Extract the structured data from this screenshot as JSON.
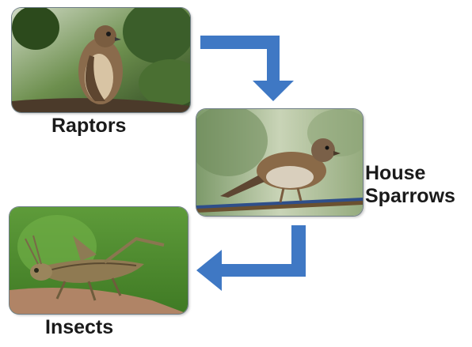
{
  "nodes": [
    {
      "id": "raptors",
      "label": "Raptors",
      "image_subject": "raptor-photo"
    },
    {
      "id": "house-sparrows",
      "label_line1": "House",
      "label_line2": "Sparrows",
      "image_subject": "sparrow-photo"
    },
    {
      "id": "insects",
      "label": "Insects",
      "image_subject": "grasshopper-photo"
    }
  ],
  "edges": [
    {
      "from": "raptors",
      "to": "house-sparrows"
    },
    {
      "from": "house-sparrows",
      "to": "insects"
    }
  ],
  "colors": {
    "arrow": "#3f78c4",
    "frame": "#6e7d86",
    "label_text": "#1a1a1a"
  }
}
